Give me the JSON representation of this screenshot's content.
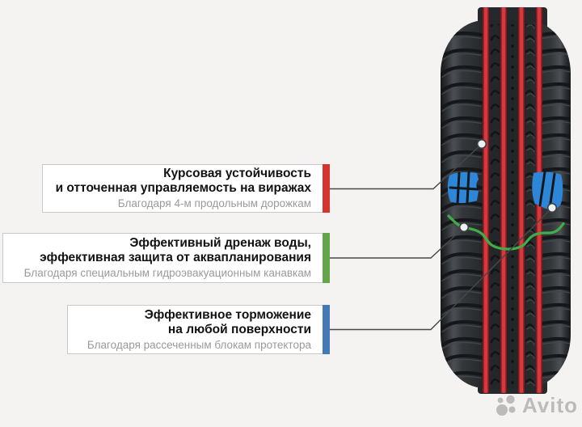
{
  "page": {
    "background": "#f4f3f2"
  },
  "callouts": [
    {
      "id": "stability",
      "title": "Курсовая устойчивость\nи отточенная управляемость на виражах",
      "subtitle": "Благодаря 4-м продольным дорожкам",
      "color": "#d8342f",
      "feature": "longitudinal-grooves"
    },
    {
      "id": "drainage",
      "title": "Эффективный дренаж воды,\nэффективная защита от аквапланирования",
      "subtitle": "Благодаря специальным гидроэвакуационным канавкам",
      "color": "#62a649",
      "feature": "hydro-evacuation-grooves"
    },
    {
      "id": "braking",
      "title": "Эффективное торможение\nна любой поверхности",
      "subtitle": "Благодаря рассеченным блокам протектора",
      "color": "#4579b5",
      "feature": "dissected-tread-blocks"
    }
  ],
  "tire": {
    "highlight_colors": {
      "grooves": "#d6383d",
      "drainage": "#3fae49",
      "blocks": "#2e86d8"
    }
  },
  "watermark": {
    "text": "Avito"
  }
}
